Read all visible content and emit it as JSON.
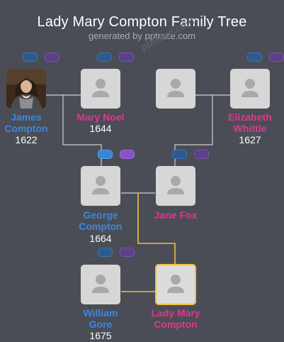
{
  "header": {
    "title": "Lady Mary Compton Family Tree",
    "subtitle": "generated by pptrace.com",
    "watermark": "pptrace.com"
  },
  "people": {
    "james": {
      "name_line1": "James",
      "name_line2": "Compton",
      "year": "1622",
      "gender": "male",
      "photo": "portrait-photo"
    },
    "mary_noel": {
      "name_line1": "Mary Noel",
      "year": "1644",
      "gender": "female"
    },
    "elizabeth": {
      "name_line1": "Elizabeth",
      "name_line2": "Whittle",
      "year": "1627",
      "gender": "female"
    },
    "george": {
      "name_line1": "George",
      "name_line2": "Compton",
      "year": "1664",
      "gender": "male"
    },
    "jane_fox": {
      "name_line1": "Jane Fox",
      "gender": "female"
    },
    "william": {
      "name_line1": "William",
      "name_line2": "Gore",
      "year": "1675",
      "gender": "male"
    },
    "lady_mary": {
      "name_line1": "Lady Mary",
      "name_line2": "Compton",
      "gender": "female",
      "highlighted": true
    }
  },
  "colors": {
    "background": "#4a4d55",
    "male": "#3b86e4",
    "female": "#e0368f",
    "line": "#cfcfcf",
    "highlight_line": "#f0c040",
    "card": "#d7d7d7",
    "avatar": "#a9a9a9"
  },
  "icons": {
    "placeholder": "person-silhouette-icon",
    "father_toggle": "father-toggle-pill",
    "mother_toggle": "mother-toggle-pill"
  }
}
